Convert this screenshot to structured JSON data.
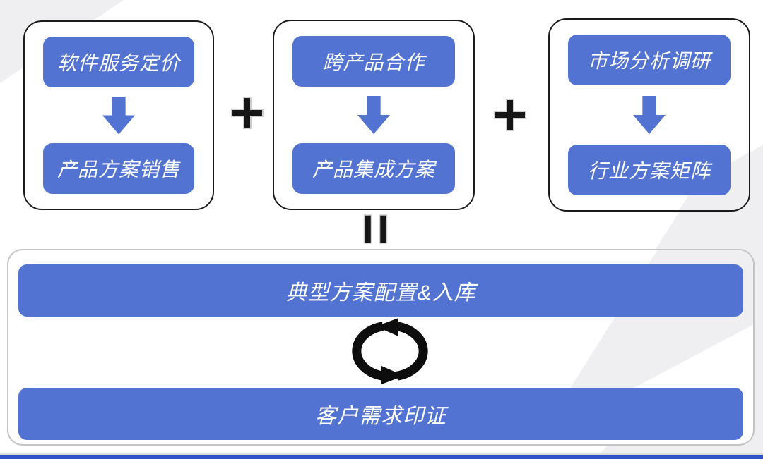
{
  "groups": [
    {
      "top_label": "软件服务定价",
      "bottom_label": "产品方案销售"
    },
    {
      "top_label": "跨产品合作",
      "bottom_label": "产品集成方案"
    },
    {
      "top_label": "市场分析调研",
      "bottom_label": "行业方案矩阵"
    }
  ],
  "operators": {
    "plus": "+",
    "equals": "="
  },
  "result": {
    "bar1_label": "典型方案配置&入库",
    "bar2_label": "客户需求印证"
  },
  "icons": {
    "down_arrow": "arrow-down-icon",
    "plus": "plus-icon",
    "equals": "equals-icon",
    "cycle": "cycle-arrows-icon"
  },
  "colors": {
    "pill_blue": "#5273d2",
    "ink_black": "#161616",
    "container_border": "#c4c4c4",
    "bottom_stripe_blue": "#2e53cb",
    "decoration_gray": "#efeff1"
  }
}
